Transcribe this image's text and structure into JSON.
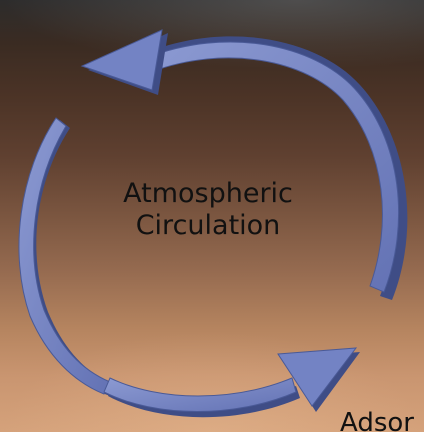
{
  "diagram": {
    "center_title_line1": "Atmospheric",
    "center_title_line2": "Circulation",
    "next_node_label_partial": "Adsor"
  },
  "colors": {
    "arrow_face": "#6e7fc0",
    "arrow_edge": "#4a5a97",
    "arrow_highlight": "#8c9ad2",
    "text": "#111111"
  },
  "icons": [
    "circular-arrow-top-icon",
    "circular-arrow-left-icon",
    "circular-arrow-bottom-icon"
  ]
}
